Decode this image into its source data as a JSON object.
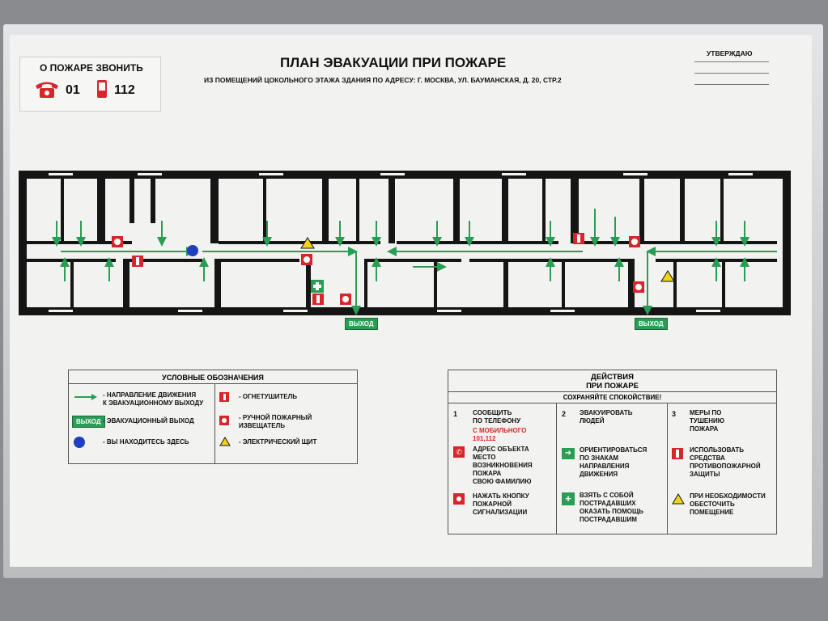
{
  "header": {
    "title": "ПЛАН ЭВАКУАЦИИ ПРИ ПОЖАРЕ",
    "subtitle": "ИЗ ПОМЕЩЕНИЙ ЦОКОЛЬНОГО  ЭТАЖА  ЗДАНИЯ ПО АДРЕСУ: Г. МОСКВА, УЛ. БАУМАНСКАЯ, Д. 20, СТР.2",
    "approve": "УТВЕРЖДАЮ"
  },
  "fire_call": {
    "title": "О ПОЖАРЕ ЗВОНИТЬ",
    "landline": "01",
    "mobile": "112"
  },
  "exits": [
    "ВЫХОД",
    "ВЫХОД"
  ],
  "legend": {
    "title": "УСЛОВНЫЕ ОБОЗНАЧЕНИЯ",
    "items": [
      {
        "label": "- НАПРАВЛЕНИЕ ДВИЖЕНИЯ\nК ЭВАКУАЦИОННОМУ ВЫХОДУ"
      },
      {
        "badge": "ВЫХОД",
        "label": "- ЭВАКУАЦИОННЫЙ ВЫХОД"
      },
      {
        "label": "- ВЫ НАХОДИТЕСЬ ЗДЕСЬ"
      },
      {
        "label": "- ОГНЕТУШИТЕЛЬ"
      },
      {
        "label": "- РУЧНОЙ ПОЖАРНЫЙ\nИЗВЕЩАТЕЛЬ"
      },
      {
        "label": "- ЭЛЕКТРИЧЕСКИЙ ЩИТ"
      }
    ]
  },
  "actions": {
    "title": "ДЕЙСТВИЯ\nПРИ ПОЖАРЕ",
    "subtitle": "СОХРАНЯЙТЕ СПОКОЙСТВИЕ!",
    "col1": {
      "num": "1",
      "head": "СООБЩИТЬ\nПО ТЕЛЕФОНУ",
      "mobile": "С МОБИЛЬНОГО\n101,112",
      "step1": "АДРЕС ОБЪЕКТА\nМЕСТО\nВОЗНИКНОВЕНИЯ\nПОЖАРА\nСВОЮ ФАМИЛИЮ",
      "step2": "НАЖАТЬ КНОПКУ\nПОЖАРНОЙ\nСИГНАЛИЗАЦИИ"
    },
    "col2": {
      "num": "2",
      "head": "ЭВАКУИРОВАТЬ\nЛЮДЕЙ",
      "step1": "ОРИЕНТИРОВАТЬСЯ\nПО ЗНАКАМ\nНАПРАВЛЕНИЯ\nДВИЖЕНИЯ",
      "step2": "ВЗЯТЬ С СОБОЙ\nПОСТРАДАВШИХ\nОКАЗАТЬ ПОМОЩЬ\nПОСТРАДАВШИМ"
    },
    "col3": {
      "num": "3",
      "head": "МЕРЫ ПО\nТУШЕНИЮ\nПОЖАРА",
      "step1": "ИСПОЛЬЗОВАТЬ\nСРЕДСТВА\nПРОТИВОПОЖАРНОЙ\nЗАЩИТЫ",
      "step2": "ПРИ НЕОБХОДИМОСТИ\nОБЕСТОЧИТЬ\nПОМЕЩЕНИЕ"
    }
  },
  "colors": {
    "wall": "#151515",
    "arrow": "#2a9d55",
    "red": "#d6262b",
    "you_are_here": "#1f3fbf"
  }
}
